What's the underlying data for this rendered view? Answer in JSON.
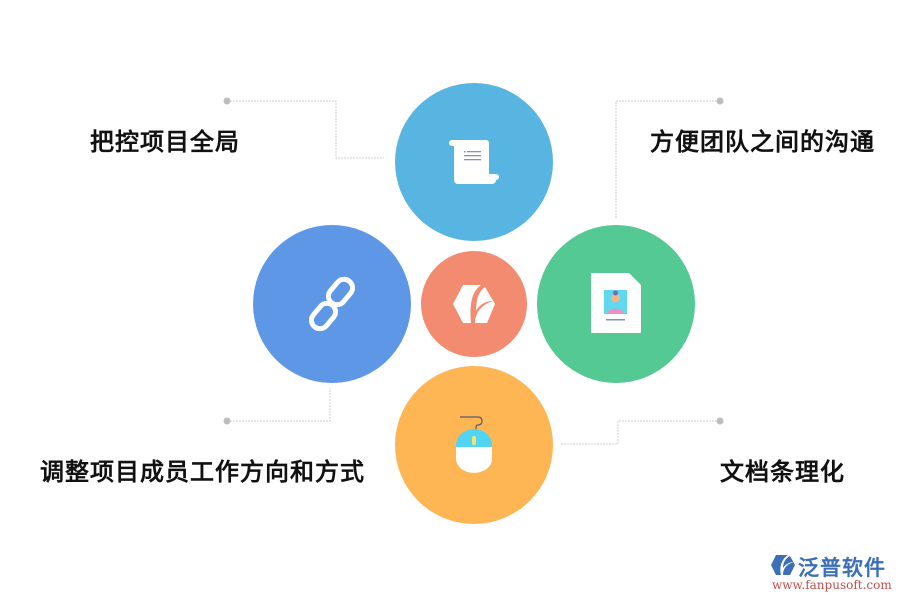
{
  "diagram": {
    "center": {
      "icon": "brand-hexagon-icon",
      "color": "#f28b70"
    },
    "nodes": [
      {
        "id": "top",
        "icon": "scroll-document-icon",
        "color": "#58b5e2",
        "label": "把控项目全局"
      },
      {
        "id": "right",
        "icon": "id-card-document-icon",
        "color": "#54c994",
        "label": "方便团队之间的沟通"
      },
      {
        "id": "left",
        "icon": "chain-link-icon",
        "color": "#5e97e6",
        "label": "调整项目成员工作方向和方式"
      },
      {
        "id": "bottom",
        "icon": "computer-mouse-icon",
        "color": "#feb655",
        "label": "文档条理化"
      }
    ],
    "connector_color": "#c8c8c8"
  },
  "watermark": {
    "title": "泛普软件",
    "url": "www.fanpusoft.com"
  }
}
